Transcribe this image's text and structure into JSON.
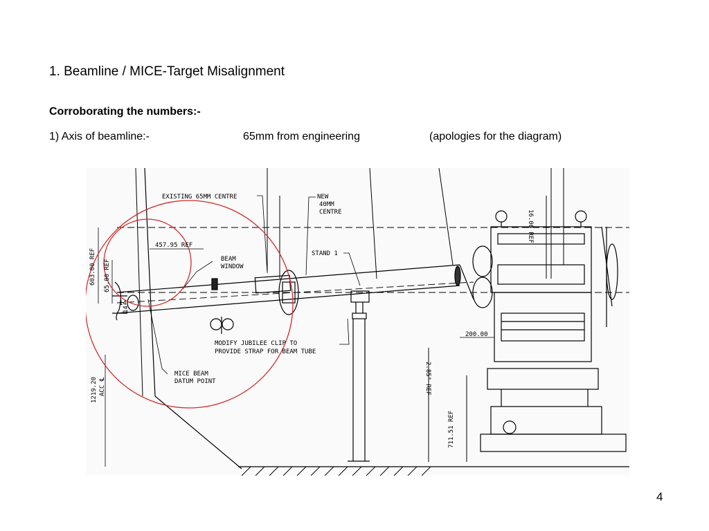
{
  "slide": {
    "title": "1. Beamline / MICE-Target Misalignment",
    "subtitle": "Corroborating the numbers:-",
    "axis_line": {
      "label": "1)  Axis of beamline:-",
      "value": "65mm from engineering",
      "note": "(apologies for the diagram)"
    },
    "page_number": "4"
  },
  "drawing": {
    "labels": {
      "existing_centre": "EXISTING 65MM CENTRE",
      "new_centre_1": "NEW",
      "new_centre_2": "40MM",
      "new_centre_3": "CENTRE",
      "stand": "STAND 1",
      "beam_window_1": "BEAM",
      "beam_window_2": "WINDOW",
      "ref_457": "457.95 REF",
      "modify_1": "MODIFY JUBILEE CLIP TO",
      "modify_2": "PROVIDE STRAP FOR BEAM TUBE",
      "datum_1": "MICE BEAM",
      "datum_2": "DATUM POINT",
      "ref_603": "603.00 REF",
      "ref_65": "65.00 REF",
      "ref_1219": "1219.20",
      "acc": "ACC ℄",
      "ref_1606": "16.06 REF",
      "dim_200": "200.00",
      "ref_285": "2.85° REF",
      "ref_711": "711.51 REF",
      "small_14a": "14",
      "small_14b": "14"
    },
    "colors": {
      "circle": "#d42a2a",
      "ink": "#000000"
    }
  }
}
